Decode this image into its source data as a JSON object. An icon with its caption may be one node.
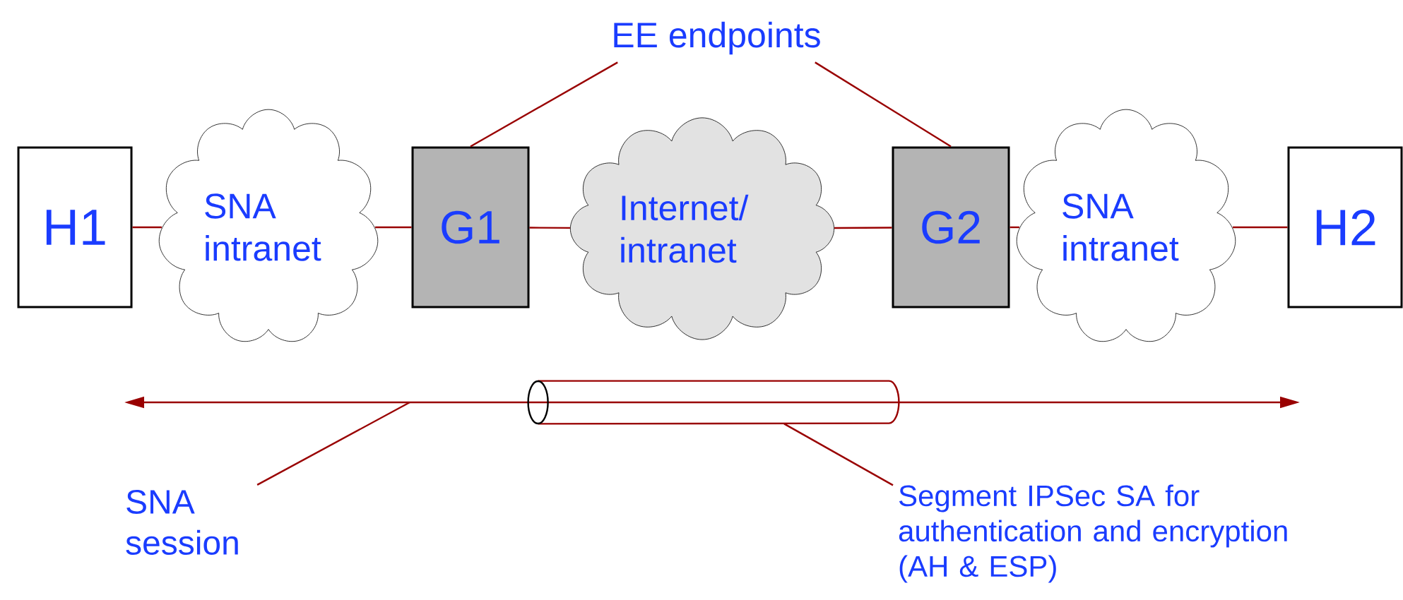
{
  "diagram": {
    "nodes": [
      {
        "text": [
          "H1"
        ]
      },
      {
        "text": [
          "SNA intranet"
        ]
      },
      {
        "text": [
          "G1"
        ]
      },
      {
        "text": [
          "Internet/ intranet"
        ]
      },
      {
        "text": [
          "G2"
        ]
      },
      {
        "text": [
          "SNA intranet"
        ]
      },
      {
        "text": [
          "H2"
        ]
      },
      {
        "text": [
          "EE endpoints"
        ]
      },
      {
        "text": [
          "SNA session"
        ]
      },
      {
        "text": [
          "Segment IPSec SA for authentication and encryption (AH & ESP)"
        ]
      },
      {
        "text": [],
        "shape": "cylinder"
      }
    ],
    "edges": [
      {
        "from": 0,
        "to": 1,
        "arrow": "none"
      },
      {
        "from": 1,
        "to": 2,
        "arrow": "none"
      },
      {
        "from": 2,
        "to": 3,
        "arrow": "none"
      },
      {
        "from": 3,
        "to": 4,
        "arrow": "none"
      },
      {
        "from": 4,
        "to": 5,
        "arrow": "none"
      },
      {
        "from": 5,
        "to": 6,
        "arrow": "none"
      },
      {
        "from": 7,
        "to": 2,
        "arrow": "none"
      },
      {
        "from": 7,
        "to": 4,
        "arrow": "none"
      },
      {
        "from": 8,
        "to": null,
        "arrow": "none"
      },
      {
        "from": 9,
        "to": 10,
        "arrow": "none"
      }
    ]
  }
}
